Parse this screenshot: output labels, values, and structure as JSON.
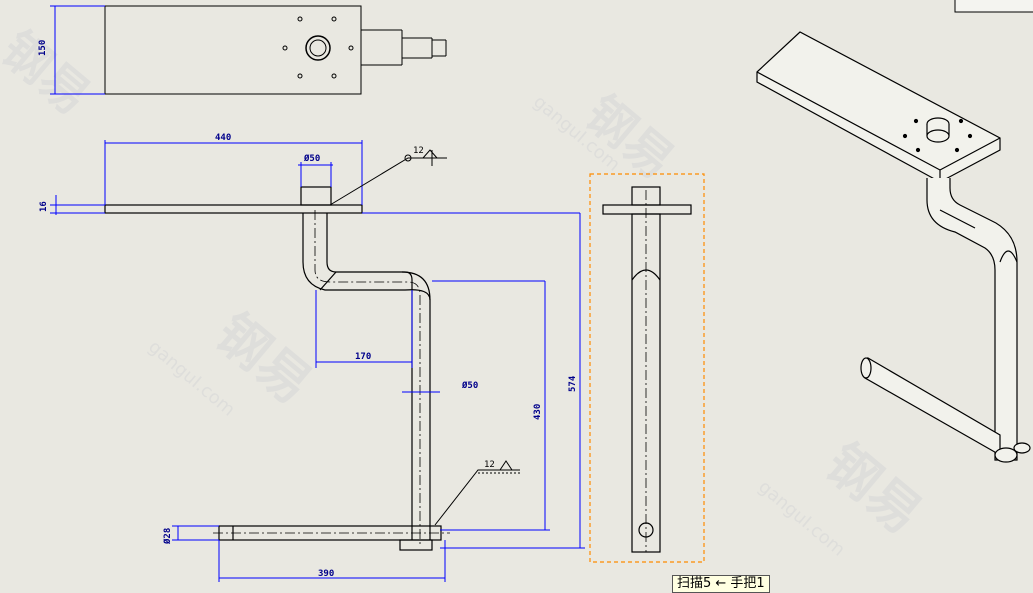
{
  "drawing": {
    "dimensions": {
      "plate_height": "150",
      "plate_length": "440",
      "plate_thickness": "16",
      "flange_diameter": "Ø50",
      "offset_170": "170",
      "tube_diameter": "Ø50",
      "vertical_430": "430",
      "overall_574": "574",
      "rod_diameter": "Ø28",
      "bottom_390": "390"
    },
    "weld_symbols": {
      "top": "12",
      "bottom": "12"
    },
    "watermark": {
      "url_text": "ganguI.com"
    }
  },
  "tooltip": {
    "text": "扫描5 ← 手把1"
  },
  "colors": {
    "background": "#e9e8e1",
    "line": "#000000",
    "dimension": "#0000ff",
    "selection": "#ff8c00"
  }
}
